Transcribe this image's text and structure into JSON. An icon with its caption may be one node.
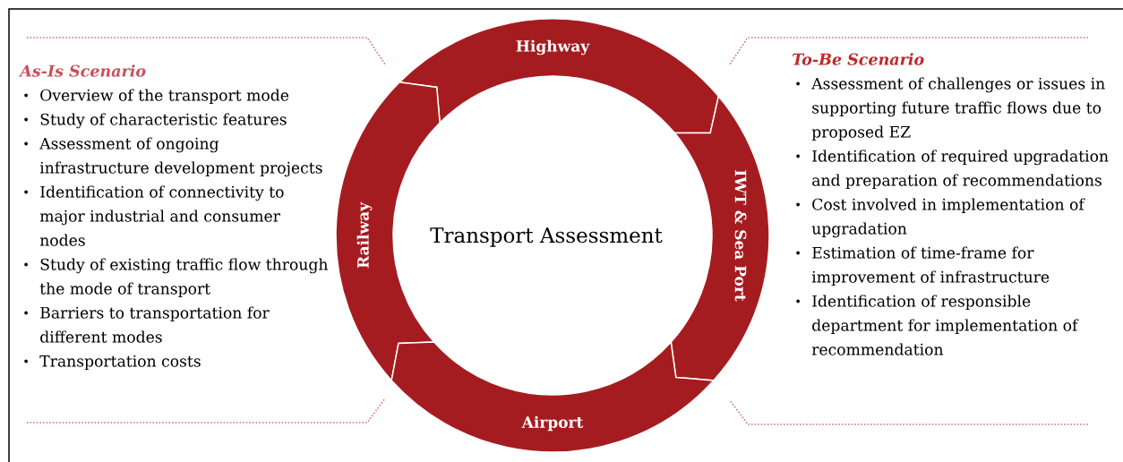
{
  "diagram": {
    "nodes": [
      {
        "text": [
          "As-Is Scenario",
          "Overview of the transport mode",
          "Study of characteristic features",
          "Assessment of ongoing infrastructure development projects",
          "Identification of connectivity to major industrial and consumer nodes",
          "Study of existing traffic flow through the mode of transport",
          "Barriers to transportation for different modes",
          "Transportation costs"
        ]
      },
      {
        "text": [
          "Highway"
        ]
      },
      {
        "text": [
          "Railway"
        ]
      },
      {
        "text": [
          "Transport Assessment"
        ]
      },
      {
        "text": [
          "IWT & Sea Port"
        ]
      },
      {
        "text": [
          "Airport"
        ]
      },
      {
        "text": [
          "To-Be Scenario",
          "Assessment of challenges or issues in supporting future traffic flows due to proposed EZ",
          "Identification of required upgradation and preparation of recommendations",
          "Cost involved in implementation of upgradation",
          "Estimation of time-frame for improvement of infrastructure",
          "Identification of responsible department for implementation of recommendation"
        ]
      }
    ]
  }
}
